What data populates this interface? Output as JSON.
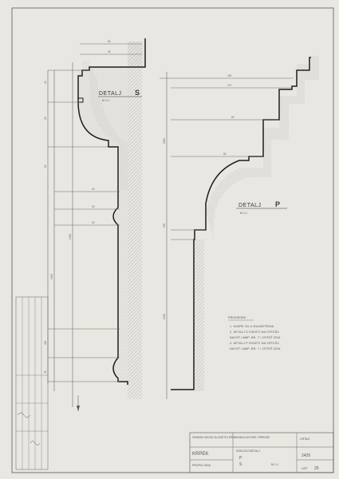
{
  "drawing": {
    "detail_s": {
      "label": "DETALJ",
      "letter": "S",
      "scale": "M 1:1"
    },
    "detail_p": {
      "label": "DETALJ",
      "letter": "P",
      "scale": "M 1:1"
    },
    "notes": {
      "heading": "PRIMJEDBE :",
      "lines": [
        "1. MJERE SU U MILIMETRIMA",
        "2. DETALJ S VIDJETI NA CRTEŽU",
        "   NACRT LAMP. BR. 7 / CRTEŽ ZIDA",
        "3. DETALJ P VIDJETI NA CRTEŽU",
        "   NACRT LAMP. BR. 7 / CRTEŽ ZIDA"
      ]
    },
    "dimensions": {
      "s_top": [
        "80",
        "35",
        "40",
        "25",
        "60"
      ],
      "s_left": [
        "1320",
        "1950",
        "405",
        "35"
      ],
      "s_mid": [
        "40",
        "30",
        "30"
      ],
      "p_top": [
        "180",
        "170",
        "80",
        "55"
      ],
      "p_left": [
        "1000",
        "590",
        "1450"
      ]
    },
    "title_block": {
      "institution": "GRADSKI ZAVOD ZA ZAŠTITU SPOMENIKA KULTURE I PRIRODE",
      "project": "KRPEK",
      "subject": "PROFILI ZIDA",
      "detail_title": "SOKLOVI DETALJ",
      "detail_codes": [
        "P",
        "S"
      ],
      "scale": "M 1:1",
      "drawing_no": "2425",
      "sheet_no": "25",
      "sheet_prefix": "LIST",
      "handwritten": "CRTAO"
    }
  }
}
